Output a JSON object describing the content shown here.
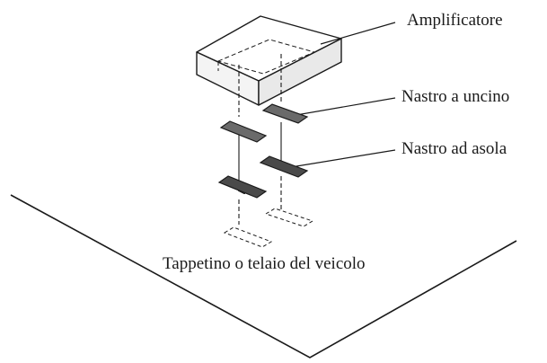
{
  "labels": {
    "amplifier": "Amplificatore",
    "hook_tape": "Nastro a uncino",
    "loop_tape": "Nastro ad asola",
    "mat": "Tappetino o telaio del veicolo"
  },
  "colors": {
    "ink": "#1a1a1a",
    "tape_fill": "#4a4a4a",
    "background": "#ffffff"
  }
}
